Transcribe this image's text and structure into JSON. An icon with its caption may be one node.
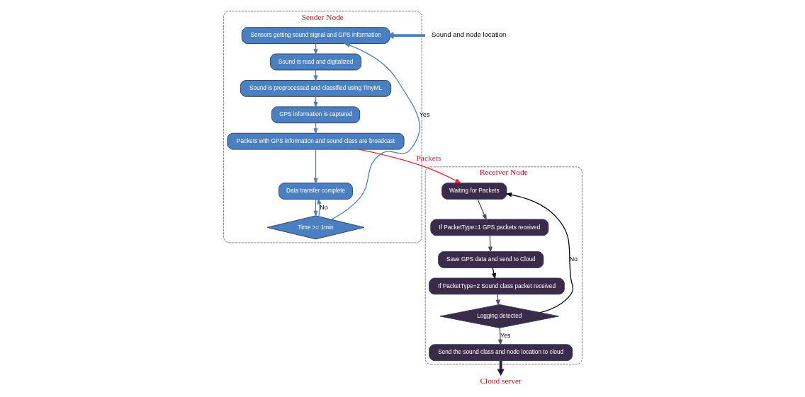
{
  "diagram": {
    "nodes": [
      {
        "text": [
          "Sender Node"
        ]
      },
      {
        "text": [
          "Sensors getting sound signal and GPS information"
        ],
        "in": 0
      },
      {
        "text": [
          "Sound is read and digitalized"
        ],
        "in": 0
      },
      {
        "text": [
          "Sound is preprocessed and classified using TinyML"
        ],
        "in": 0
      },
      {
        "text": [
          "GPS information is captured"
        ],
        "in": 0
      },
      {
        "text": [
          "Packets with GPS information and sound class are broadcast"
        ],
        "in": 0
      },
      {
        "text": [
          "Data transfer complete"
        ],
        "in": 0
      },
      {
        "text": [
          "Time >= 1min"
        ],
        "in": 0
      },
      {
        "text": [
          "Sound and node location"
        ]
      },
      {
        "text": [
          "Receiver Node"
        ]
      },
      {
        "text": [
          "Waiting for Packets"
        ],
        "in": 9
      },
      {
        "text": [
          "If PacketType=1 GPS packets received"
        ],
        "in": 9
      },
      {
        "text": [
          "Save GPS data and send to Cloud"
        ],
        "in": 9
      },
      {
        "text": [
          "If PacketType=2 Sound class packet received"
        ],
        "in": 9
      },
      {
        "text": [
          "Logging detected"
        ],
        "in": 9
      },
      {
        "text": [
          "Send the sound class and node location to cloud"
        ],
        "in": 9
      },
      {
        "text": [
          "Cloud server"
        ]
      }
    ],
    "edges": [
      {
        "from": 8,
        "to": 1,
        "arrow": "to",
        "style": "thick"
      },
      {
        "from": 1,
        "to": 2,
        "arrow": "to"
      },
      {
        "from": 2,
        "to": 3,
        "arrow": "to"
      },
      {
        "from": 3,
        "to": 4,
        "arrow": "to"
      },
      {
        "from": 4,
        "to": 5,
        "arrow": "to"
      },
      {
        "from": 5,
        "to": 6,
        "arrow": "to"
      },
      {
        "from": 6,
        "to": 7,
        "arrow": "to"
      },
      {
        "from": 7,
        "to": 6,
        "arrow": "to",
        "label": "No"
      },
      {
        "from": 7,
        "to": 1,
        "arrow": "to",
        "label": "Yes"
      },
      {
        "from": 5,
        "to": 10,
        "arrow": "to",
        "label": "Packets",
        "color": "#e8202a"
      },
      {
        "from": 10,
        "to": 11,
        "arrow": "to",
        "color": "#5a4a6e"
      },
      {
        "from": 11,
        "to": 12,
        "arrow": "to",
        "color": "#5a4a6e"
      },
      {
        "from": 12,
        "to": 13,
        "arrow": "to",
        "color": "#000000"
      },
      {
        "from": 13,
        "to": 14,
        "arrow": "to",
        "color": "#5a4a6e"
      },
      {
        "from": 14,
        "to": 10,
        "arrow": "to",
        "label": "No",
        "color": "#000000"
      },
      {
        "from": 14,
        "to": 15,
        "arrow": "to",
        "label": "Yes",
        "color": "#5a4a6e"
      },
      {
        "from": 15,
        "to": 16,
        "arrow": "to",
        "style": "thick",
        "color": "#2a1a3a"
      }
    ]
  }
}
